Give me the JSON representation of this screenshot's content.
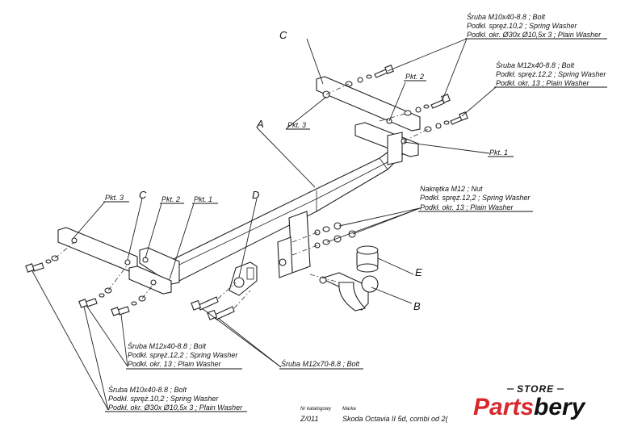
{
  "labels": {
    "top_bolt": [
      "Śruba M10x40-8.8 ;  Bolt",
      "Podkł. spręż.10,2 ; Spring Washer",
      "Podkł. okr.  Ø30x Ø10,5x 3 ; Plain Washer"
    ],
    "right_bolt": [
      "Śruba M12x40-8.8 ;  Bolt",
      "Podkł. spręż.12,2 ; Spring Washer",
      "Podkł. okr. 13 ; Plain Washer"
    ],
    "nut": [
      "Nakrętka  M12 ; Nut",
      "Podkł. spręż.12,2 ; Spring Washer",
      "Podkł. okr. 13 ; Plain Washer"
    ],
    "mid_bolt": [
      "Śruba M12x40-8.8 ;  Bolt",
      "Podkł. spręż.12,2 ; Spring Washer",
      "Podkł. okr. 13 ; Plain Washer"
    ],
    "m12x70": "Śruba M12x70-8.8 ;  Bolt",
    "bottom_bolt": [
      "Śruba M10x40-8.8 ;  Bolt",
      "Podkł. spręż.10,2 ; Spring Washer",
      "Podkł. okr.  Ø30x Ø10,5x 3 ; Plain Washer"
    ],
    "part_a": "A",
    "part_b": "B",
    "part_c": "C",
    "part_d": "D",
    "part_e": "E",
    "pkt1": "Pkt. 1",
    "pkt2": "Pkt. 2",
    "pkt3": "Pkt. 3"
  },
  "title_block": {
    "catalog_caption": "Nr katalogowy",
    "brand_caption": "Marka",
    "catalog_no": "Z/011",
    "model": "Skoda Octavia II 5d, combi   od  2("
  },
  "logo": {
    "store": "STORE",
    "parts": "Parts",
    "bery": "bery",
    "color_red": "#d8282c",
    "color_black": "#111111"
  }
}
